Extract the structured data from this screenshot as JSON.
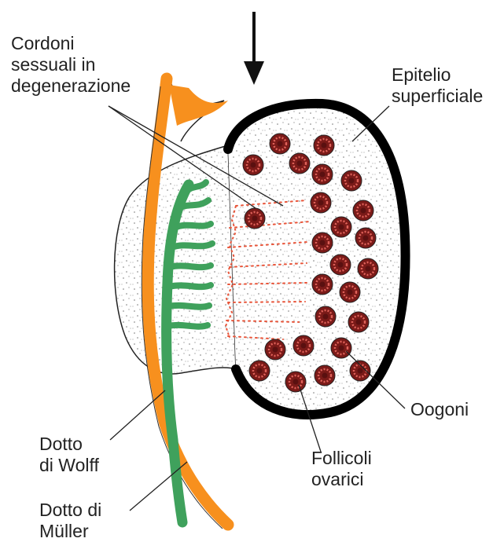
{
  "labels": {
    "cordoni": "Cordoni\nsessuali in\ndegenerazione",
    "epitelio": "Epitelio\nsuperficiale",
    "oogoni": "Oogoni",
    "follicoli": "Follicoli\novarici",
    "wolff": "Dotto\ndi Wolff",
    "muller": "Dotto di\nMüller"
  },
  "colors": {
    "epithelium": "#000000",
    "muller_duct": "#f7901e",
    "wolff_duct": "#3fa15c",
    "degenerating_cords": "#e8553a",
    "follicle_outer": "#7a1a18",
    "follicle_ring": "#e0625a",
    "follicle_center": "#5a1010",
    "leader_lines": "#222222"
  },
  "follicles_count": 25,
  "arrow": "down-arrow"
}
